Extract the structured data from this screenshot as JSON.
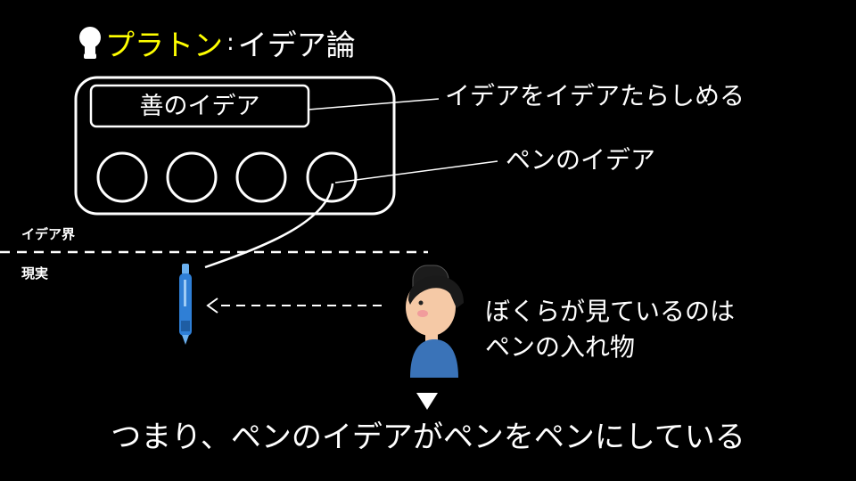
{
  "title": {
    "name": "プラトン",
    "separator": ":",
    "subject": "イデア論"
  },
  "idea_box": {
    "good_label": "善のイデア"
  },
  "annotations": {
    "good_note": "イデアをイデアたらしめる",
    "pen_note": "ペンのイデア",
    "see_line1": "ぼくらが見ているのは",
    "see_line2": "ペンの入れ物"
  },
  "realms": {
    "idea": "イデア界",
    "real": "現実"
  },
  "conclusion": "つまり、ペンのイデアがペンをペンにしている",
  "colors": {
    "background": "#000000",
    "title_accent": "#ffff00",
    "pen_blue": "#2f7fd6",
    "shirt_blue": "#3a73b8",
    "skin": "#f5c9a6"
  },
  "icons": [
    "bulb-icon",
    "pen-icon",
    "person-icon"
  ]
}
